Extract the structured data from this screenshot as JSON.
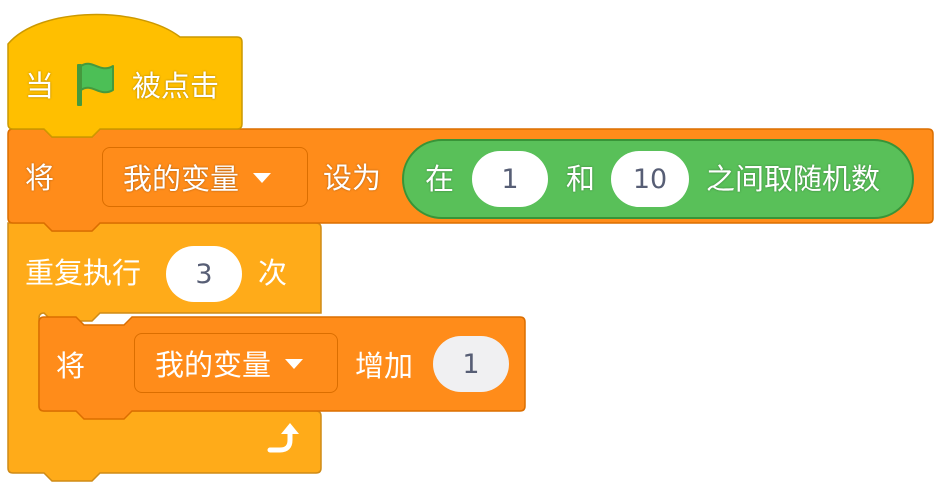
{
  "colors": {
    "events": "#ffbf00",
    "events_border": "#cc9900",
    "variables": "#ff8c1a",
    "variables_border": "#db6e00",
    "control": "#ffab19",
    "control_border": "#cf8b17",
    "operators": "#59c059",
    "operators_border": "#389438",
    "flag": "#4cbf56"
  },
  "hat_block": {
    "prefix": "当",
    "flag_icon": "green-flag-icon",
    "suffix": "被点击"
  },
  "set_block": {
    "prefix": "将",
    "variable": "我的变量",
    "middle": "设为",
    "random": {
      "prefix": "在",
      "from": "1",
      "conjunction": "和",
      "to": "10",
      "suffix": "之间取随机数"
    }
  },
  "repeat_block": {
    "prefix": "重复执行",
    "times": "3",
    "suffix": "次",
    "loop_icon": "loop-arrow-icon"
  },
  "change_block": {
    "prefix": "将",
    "variable": "我的变量",
    "middle": "增加",
    "amount": "1"
  }
}
